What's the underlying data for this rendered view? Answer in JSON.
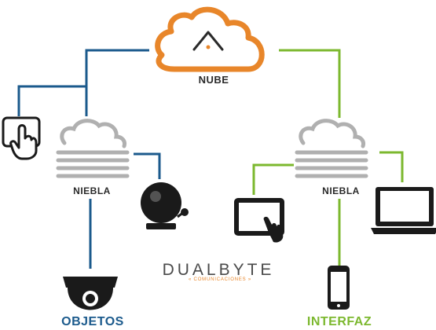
{
  "labels": {
    "cloud": "NUBE",
    "fog_left": "NIEBLA",
    "fog_right": "NIEBLA",
    "objects": "OBJETOS",
    "interface": "INTERFAZ"
  },
  "brand": {
    "name": "DUALBYTE",
    "tagline": "« COMUNICACIONES »"
  },
  "colors": {
    "cloud": "#e8862a",
    "fog": "#b0b0b0",
    "objects_link": "#1b5a8c",
    "interface_link": "#7cb82f",
    "device": "#1a1a1a"
  },
  "icons": {
    "cloud": "cloud-icon",
    "fog": "fog-icon",
    "fingerprint_reader": "touch-reader-icon",
    "alarm_bell": "bell-icon",
    "security_camera": "dome-camera-icon",
    "tablet": "tablet-icon",
    "laptop": "laptop-icon",
    "smartphone": "smartphone-icon"
  }
}
